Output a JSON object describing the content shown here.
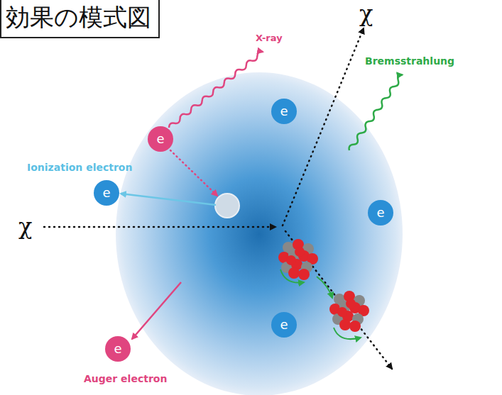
{
  "diagram": {
    "title": "効果の模式図",
    "nodes": [
      {
        "text": [
          "e"
        ]
      },
      {
        "text": [
          "e"
        ]
      },
      {
        "text": [
          "e"
        ]
      },
      {
        "text": [
          "e"
        ]
      },
      {
        "text": [
          "e"
        ]
      },
      {
        "text": [
          "e"
        ]
      }
    ],
    "labels": [
      "X-ray",
      "χ",
      "Bremsstrahlung",
      "Ionization electron",
      "χ",
      "Auger electron"
    ]
  }
}
